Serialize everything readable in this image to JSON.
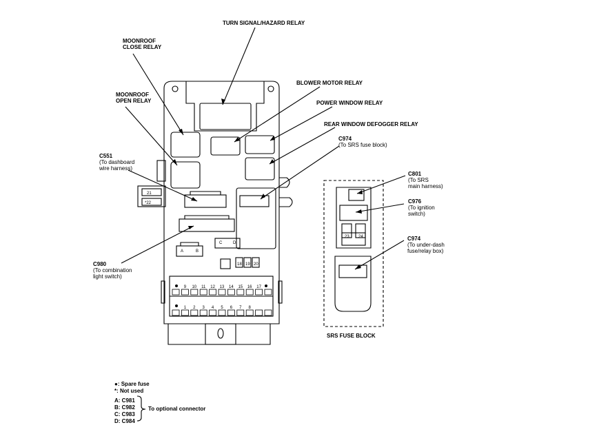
{
  "callouts": {
    "turn_signal": "TURN SIGNAL/HAZARD RELAY",
    "moonroof_close_1": "MOONROOF",
    "moonroof_close_2": "CLOSE RELAY",
    "moonroof_open_1": "MOONROOF",
    "moonroof_open_2": "OPEN RELAY",
    "blower_motor": "BLOWER MOTOR RELAY",
    "power_window": "POWER WINDOW RELAY",
    "rear_defogger": "REAR WINDOW DEFOGGER RELAY",
    "c974_top_id": "C974",
    "c974_top_desc": "(To SRS fuse block)",
    "c551_id": "C551",
    "c551_desc_1": "(To dashboard",
    "c551_desc_2": "wire harness)",
    "c980_id": "C980",
    "c980_desc_1": "(To combination",
    "c980_desc_2": "light switch)",
    "c801_id": "C801",
    "c801_desc_1": "(To SRS",
    "c801_desc_2": "main harness)",
    "c976_id": "C976",
    "c976_desc_1": "(To ignition",
    "c976_desc_2": "switch)",
    "c974_bot_id": "C974",
    "c974_bot_desc_1": "(To under-dash",
    "c974_bot_desc_2": "fuse/relay box)"
  },
  "srs_title": "SRS FUSE BLOCK",
  "fuse_labels": {
    "top_row": [
      "9",
      "10",
      "11",
      "12",
      "13",
      "14",
      "15",
      "16",
      "17"
    ],
    "bottom_row": [
      "1",
      "2",
      "3",
      "4",
      "5",
      "6",
      "7",
      "8"
    ],
    "small_row": [
      "18",
      "19",
      "20"
    ],
    "srs": [
      "23",
      "24"
    ],
    "side": [
      "21",
      "*22"
    ],
    "conn_ab": [
      "A",
      "B"
    ],
    "conn_cd": [
      "C",
      "D"
    ]
  },
  "legend": {
    "spare": "●: Spare fuse",
    "not_used": "*: Not used",
    "a": "A: C981",
    "b": "B: C982",
    "c": "C: C983",
    "d": "D: C984",
    "optional": "To optional connector"
  }
}
